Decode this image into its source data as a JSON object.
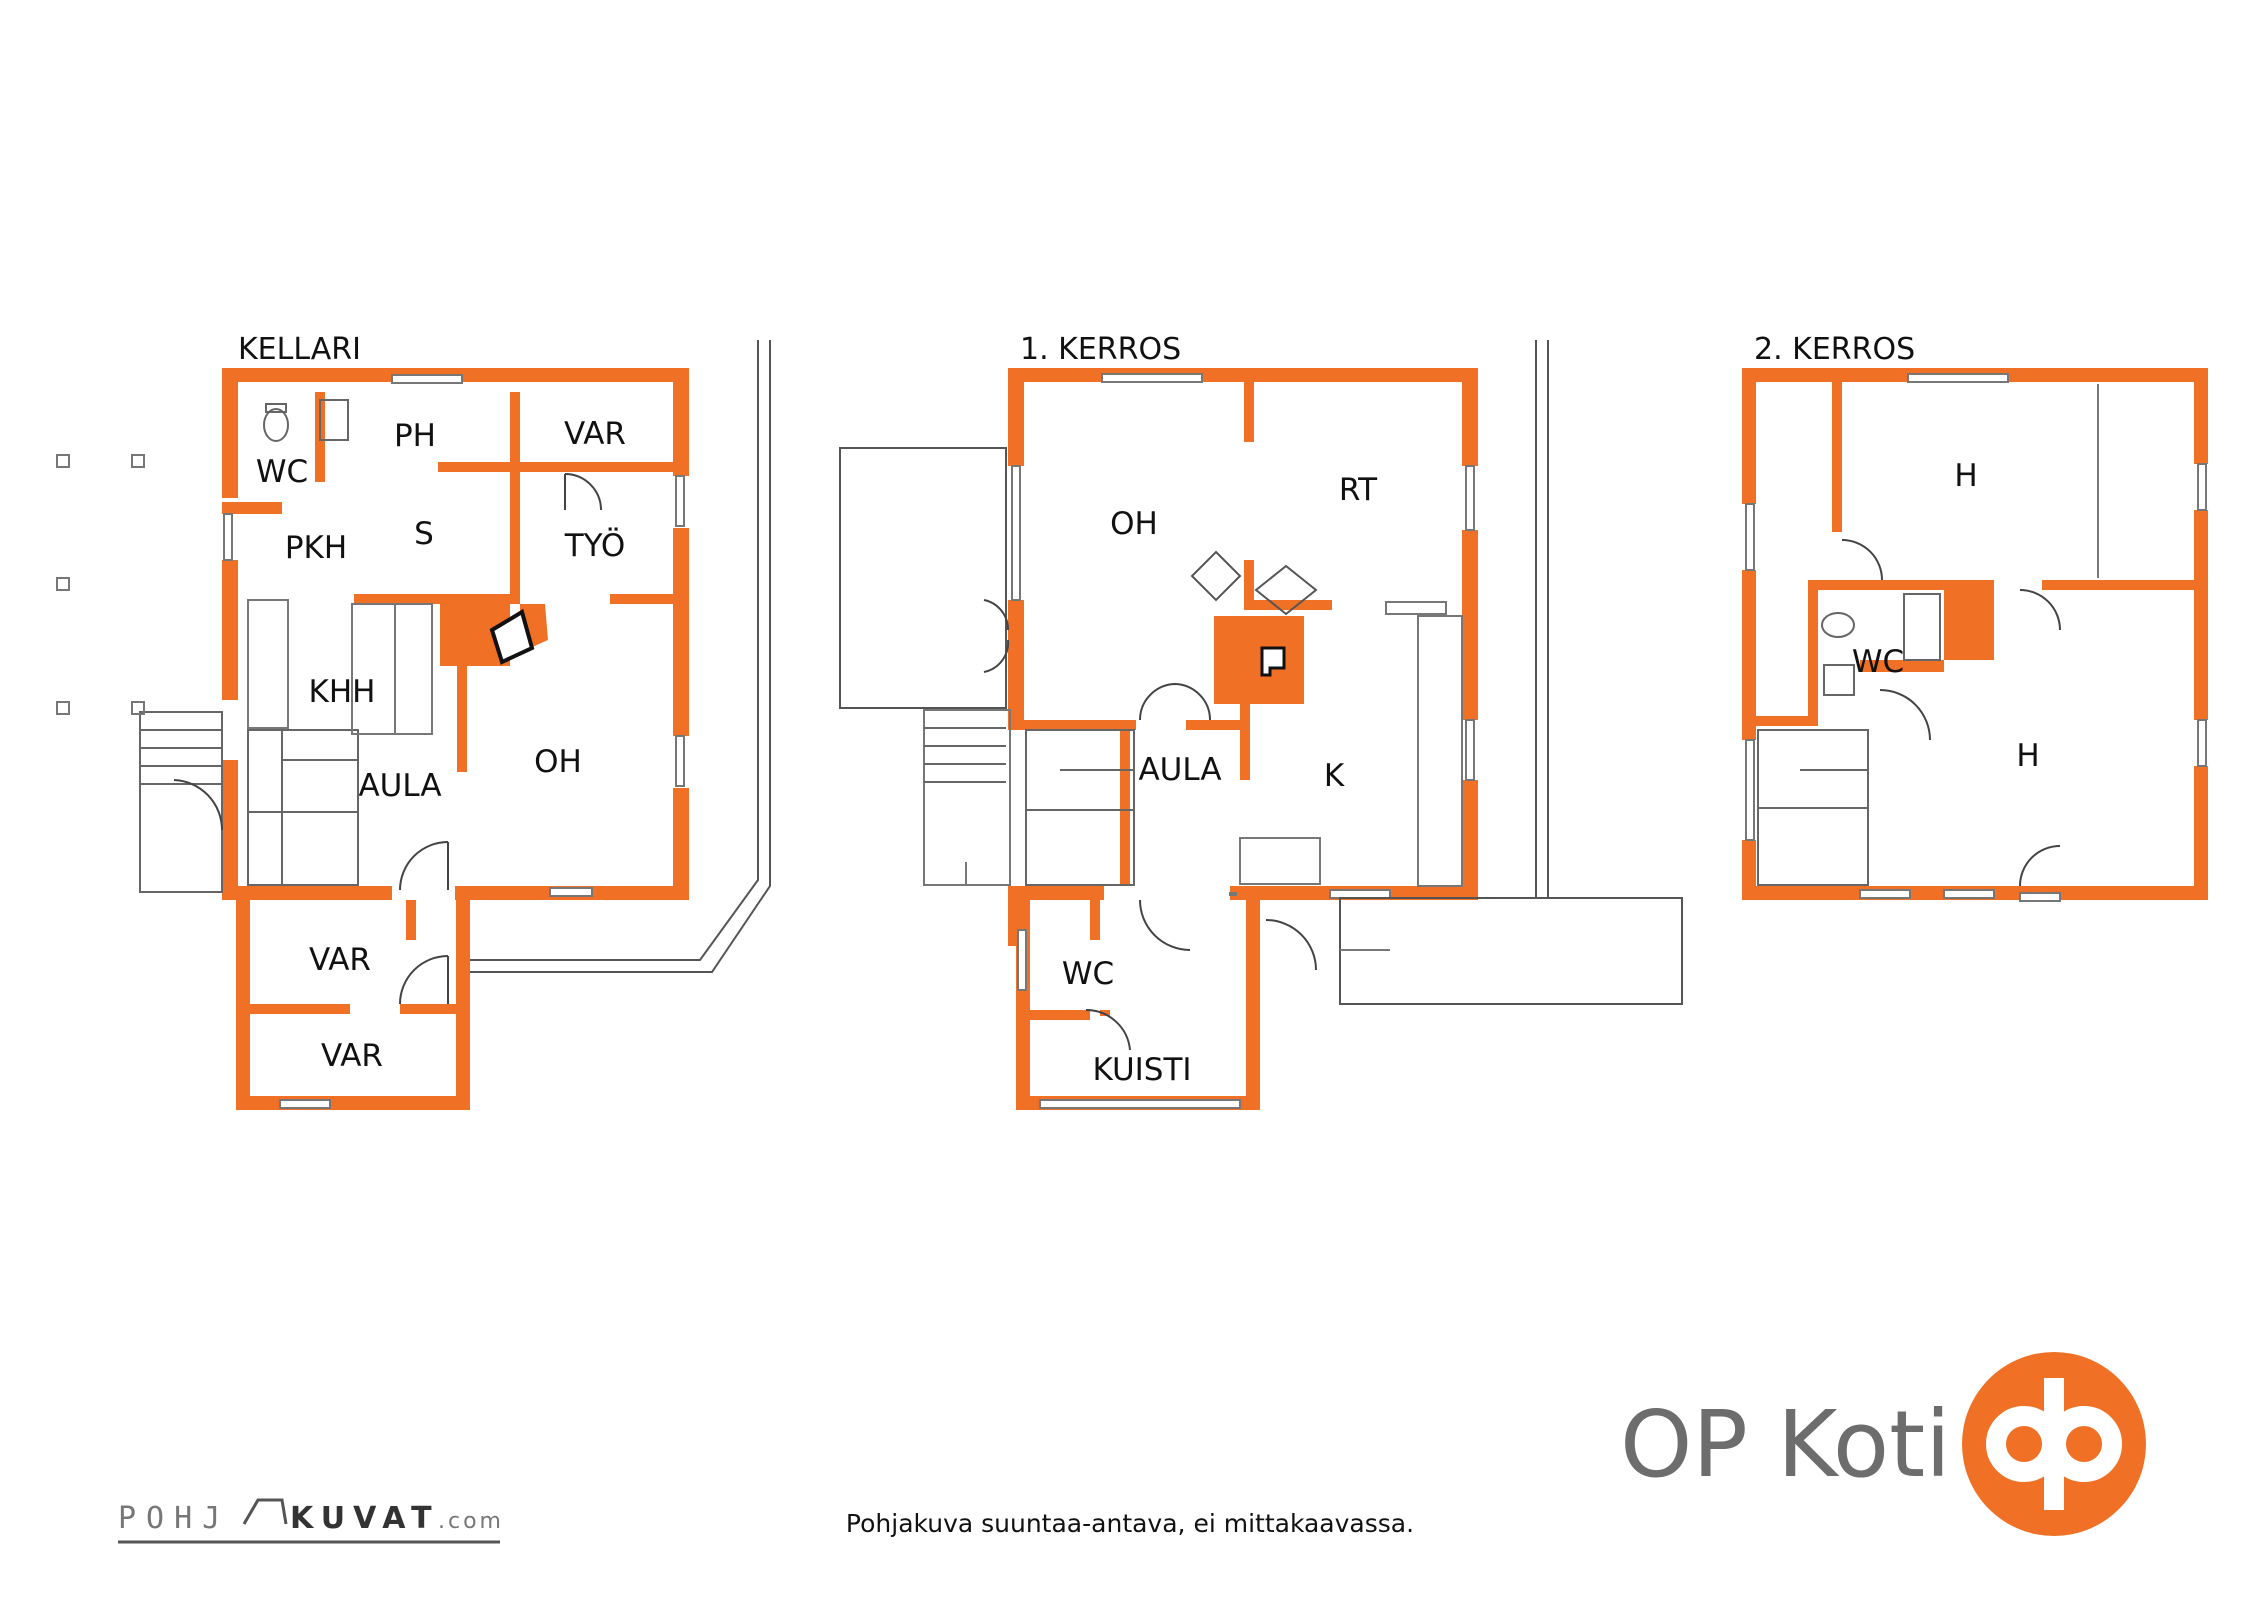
{
  "floors": [
    {
      "title": "KELLARI",
      "rooms": [
        "WC",
        "PH",
        "VAR",
        "PKH",
        "S",
        "TYÖ",
        "KHH",
        "AULA",
        "OH",
        "VAR",
        "VAR"
      ]
    },
    {
      "title": "1. KERROS",
      "rooms": [
        "OH",
        "RT",
        "AULA",
        "K",
        "WC",
        "KUISTI"
      ]
    },
    {
      "title": "2. KERROS",
      "rooms": [
        "H",
        "WC",
        "H"
      ]
    }
  ],
  "note": "Pohjakuva suuntaa-antava, ei mittakaavassa.",
  "brand": {
    "name": "OP Koti",
    "color": "#f07126",
    "logo_icon": "op-logo-icon"
  },
  "pohjakuvat": {
    "part1": "POHJ",
    "part2": "KUVAT",
    "suffix": ".com"
  }
}
